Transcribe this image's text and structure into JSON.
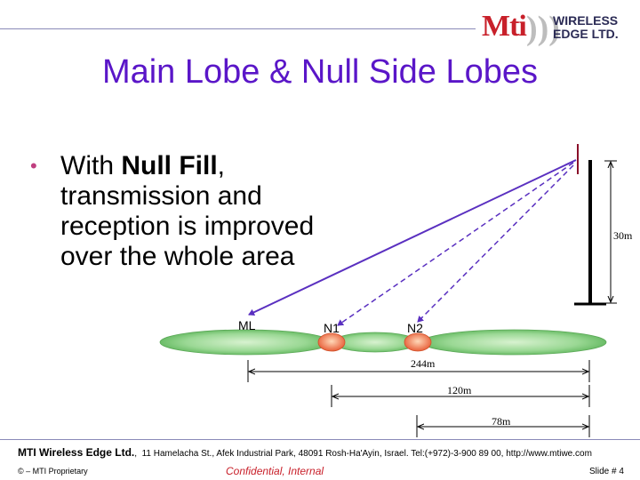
{
  "header": {
    "logo_mti": "Mti",
    "logo_bracket": ")))",
    "logo_line1": "WIRELESS",
    "logo_line2": "EDGE LTD."
  },
  "title": "Main Lobe & Null Side Lobes",
  "bullet": {
    "prefix": "With ",
    "emphasis": "Null Fill",
    "rest": ", transmission and reception is improved over the whole area"
  },
  "diagram": {
    "labels": {
      "ml": "ML",
      "n1": "N1",
      "n2": "N2",
      "height": "30m",
      "d1": "244m",
      "d2": "120m",
      "d3": "78m"
    },
    "colors": {
      "lobe_fill": "#7cc878",
      "null_fill": "#f0704a",
      "beam": "#5a30c0",
      "mast": "#000000"
    }
  },
  "footer": {
    "company": "MTI Wireless Edge Ltd.",
    "address": "11 Hamelacha St., Afek Industrial Park, 48091 Rosh-Ha'Ayin, Israel. Tel:(+972)-3-900 89 00, http://www.mtiwe.com",
    "proprietary": "© – MTI Proprietary",
    "confidential": "Confidential, Internal",
    "slide": "Slide # 4"
  }
}
